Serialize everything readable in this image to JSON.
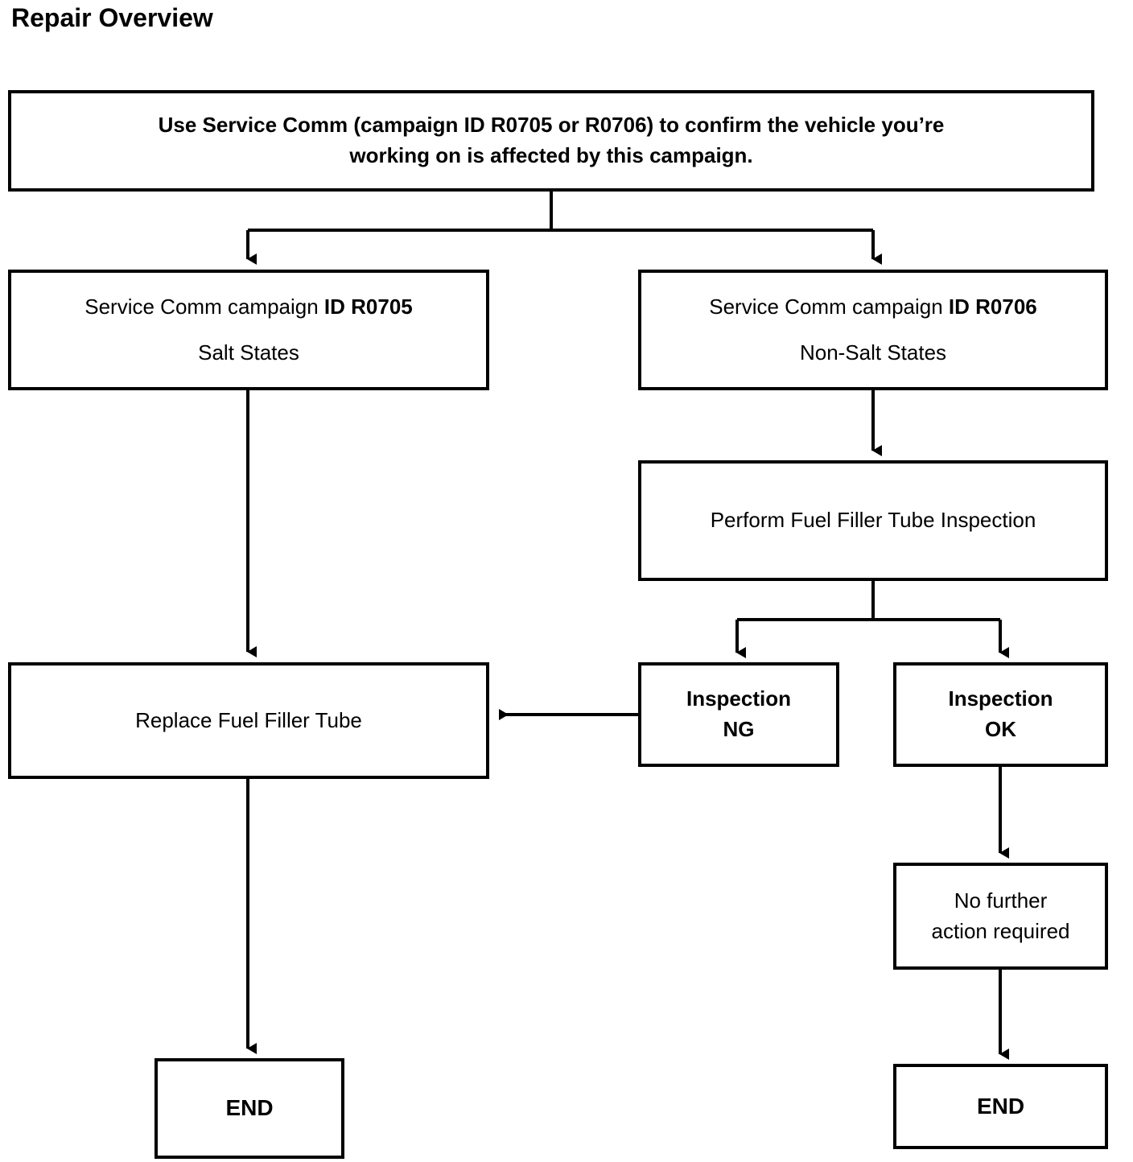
{
  "page": {
    "title": "Repair Overview",
    "background_color": "#ffffff",
    "line_color": "#000000"
  },
  "chart_data": {
    "type": "diagram",
    "title": "Repair Overview",
    "nodes": [
      {
        "id": "start",
        "label": "Use Service Comm (campaign ID R0705 or R0706) to confirm the vehicle you’re working on is affected by this campaign.",
        "line1": "Use Service Comm (campaign ID R0705 or R0706) to confirm the vehicle you’re",
        "line2": "working on is affected by this campaign.",
        "bold": true
      },
      {
        "id": "r0705",
        "line1_regular": "Service Comm campaign ",
        "line1_bold": "ID R0705",
        "line2": "Salt States"
      },
      {
        "id": "r0706",
        "line1_regular": "Service Comm campaign ",
        "line1_bold": "ID R0706",
        "line2": "Non-Salt States"
      },
      {
        "id": "perform-inspection",
        "label": "Perform Fuel Filler Tube Inspection"
      },
      {
        "id": "inspection-ng",
        "line1": "Inspection",
        "line2": "NG",
        "bold": true
      },
      {
        "id": "inspection-ok",
        "line1": "Inspection",
        "line2": "OK",
        "bold": true
      },
      {
        "id": "replace-tube",
        "label": "Replace Fuel Filler Tube"
      },
      {
        "id": "no-further-action",
        "line1": "No further",
        "line2": "action required"
      },
      {
        "id": "end-left",
        "label": "END",
        "bold": true
      },
      {
        "id": "end-right",
        "label": "END",
        "bold": true
      }
    ],
    "edges": [
      {
        "from": "start",
        "to": "r0705",
        "style": "elbow-down-left"
      },
      {
        "from": "start",
        "to": "r0706",
        "style": "elbow-down-right"
      },
      {
        "from": "r0705",
        "to": "replace-tube",
        "style": "straight-down"
      },
      {
        "from": "r0706",
        "to": "perform-inspection",
        "style": "straight-down"
      },
      {
        "from": "perform-inspection",
        "to": "inspection-ng",
        "style": "elbow-down-left"
      },
      {
        "from": "perform-inspection",
        "to": "inspection-ok",
        "style": "elbow-down-right"
      },
      {
        "from": "inspection-ng",
        "to": "replace-tube",
        "style": "straight-left"
      },
      {
        "from": "inspection-ok",
        "to": "no-further-action",
        "style": "straight-down"
      },
      {
        "from": "replace-tube",
        "to": "end-left",
        "style": "straight-down"
      },
      {
        "from": "no-further-action",
        "to": "end-right",
        "style": "straight-down"
      }
    ]
  },
  "nodes": {
    "start": {
      "line1": "Use Service Comm (campaign ID R0705 or R0706) to confirm the vehicle you’re",
      "line2": "working on is affected by this campaign."
    },
    "r0705": {
      "line1_regular": "Service Comm campaign ",
      "line1_bold": "ID R0705",
      "line2": "Salt States"
    },
    "r0706": {
      "line1_regular": "Service Comm campaign ",
      "line1_bold": "ID R0706",
      "line2": "Non-Salt States"
    },
    "perform_inspection": {
      "label": "Perform Fuel Filler Tube Inspection"
    },
    "inspection_ng": {
      "line1": "Inspection",
      "line2": "NG"
    },
    "inspection_ok": {
      "line1": "Inspection",
      "line2": "OK"
    },
    "replace_tube": {
      "label": "Replace Fuel Filler Tube"
    },
    "no_further_action": {
      "line1": "No further",
      "line2": "action required"
    },
    "end_left": {
      "label": "END"
    },
    "end_right": {
      "label": "END"
    }
  }
}
